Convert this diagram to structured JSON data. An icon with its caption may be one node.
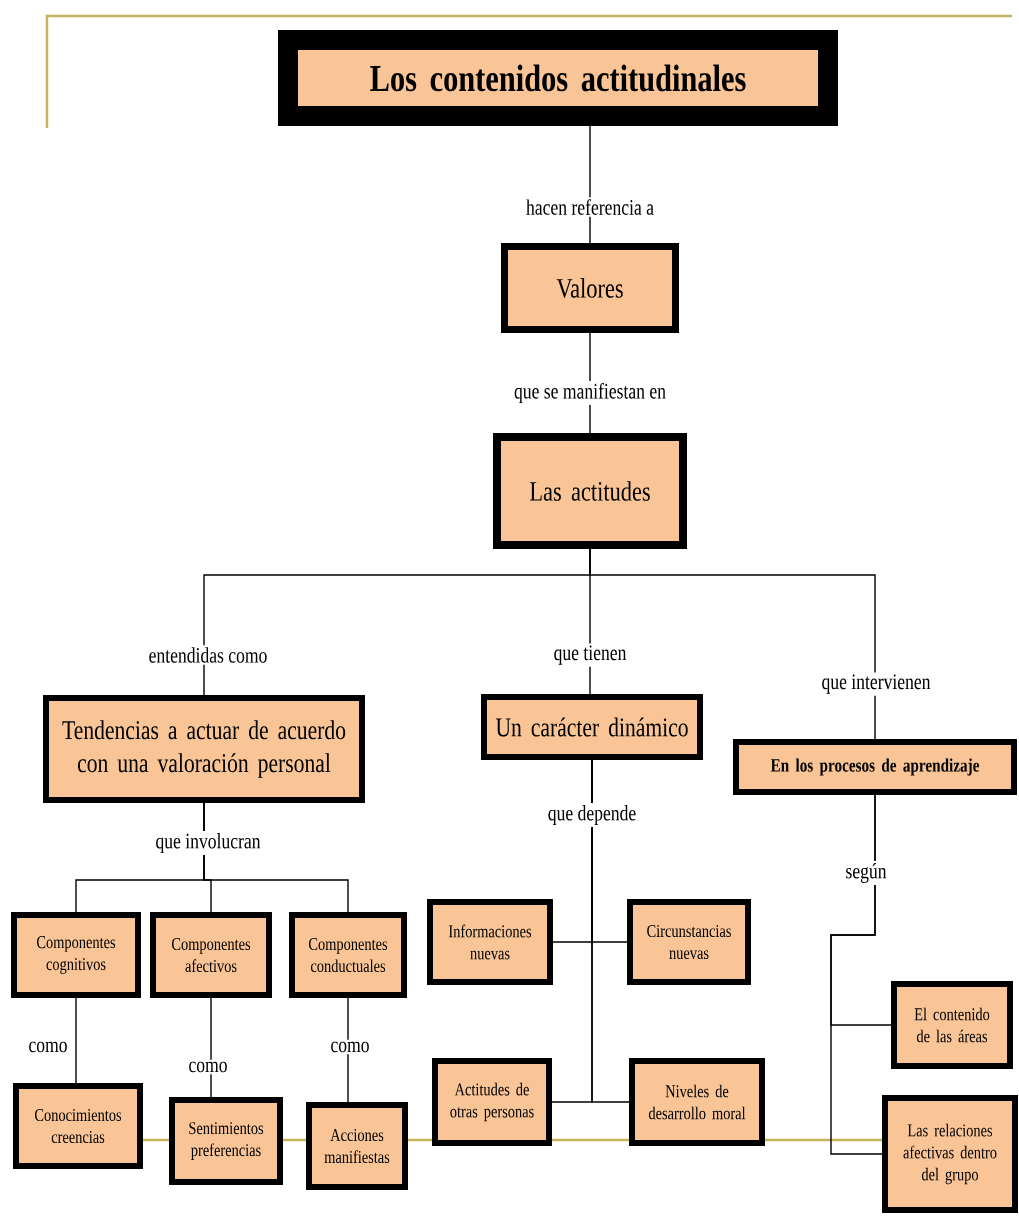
{
  "diagram": {
    "nodes": [
      {
        "text": [
          "Los contenidos actitudinales"
        ]
      },
      {
        "text": [
          "Valores"
        ]
      },
      {
        "text": [
          "Las actitudes"
        ]
      },
      {
        "text": [
          "Tendencias a actuar de acuerdo con una valoración personal"
        ]
      },
      {
        "text": [
          "Un carácter dinámico"
        ]
      },
      {
        "text": [
          "En los procesos de aprendizaje"
        ]
      },
      {
        "text": [
          "Componentes cognitivos"
        ]
      },
      {
        "text": [
          "Componentes afectivos"
        ]
      },
      {
        "text": [
          "Componentes conductuales"
        ]
      },
      {
        "text": [
          "Informaciones nuevas"
        ]
      },
      {
        "text": [
          "Circunstancias nuevas"
        ]
      },
      {
        "text": [
          "Conocimientos creencias"
        ]
      },
      {
        "text": [
          "Sentimientos preferencias"
        ]
      },
      {
        "text": [
          "Acciones manifiestas"
        ]
      },
      {
        "text": [
          "Actitudes de otras personas"
        ]
      },
      {
        "text": [
          "Niveles de desarrollo moral"
        ]
      },
      {
        "text": [
          "El contenido de las áreas"
        ]
      },
      {
        "text": [
          "Las relaciones afectivas dentro del grupo"
        ]
      }
    ],
    "edges": [
      {
        "from": 0,
        "to": 1,
        "arrow": "none",
        "label": "hacen referencia a"
      },
      {
        "from": 1,
        "to": 2,
        "arrow": "none",
        "label": "que se manifiestan en"
      },
      {
        "from": 2,
        "to": 3,
        "arrow": "none",
        "label": "entendidas como"
      },
      {
        "from": 2,
        "to": 4,
        "arrow": "none",
        "label": "que tienen"
      },
      {
        "from": 2,
        "to": 5,
        "arrow": "none",
        "label": "que intervienen"
      },
      {
        "from": 3,
        "to": 6,
        "arrow": "none"
      },
      {
        "from": 3,
        "to": 7,
        "arrow": "none",
        "label": "que involucran"
      },
      {
        "from": 3,
        "to": 8,
        "arrow": "none"
      },
      {
        "from": 4,
        "to": 9,
        "arrow": "none",
        "label": "que depende"
      },
      {
        "from": 4,
        "to": 10,
        "arrow": "none"
      },
      {
        "from": 4,
        "to": 14,
        "arrow": "none"
      },
      {
        "from": 4,
        "to": 15,
        "arrow": "none"
      },
      {
        "from": 6,
        "to": 11,
        "arrow": "none",
        "label": "como"
      },
      {
        "from": 7,
        "to": 12,
        "arrow": "none",
        "label": "como"
      },
      {
        "from": 8,
        "to": 13,
        "arrow": "none",
        "label": "como"
      },
      {
        "from": 5,
        "to": 16,
        "arrow": "none",
        "label": "según"
      },
      {
        "from": 5,
        "to": 17,
        "arrow": "none"
      }
    ]
  }
}
